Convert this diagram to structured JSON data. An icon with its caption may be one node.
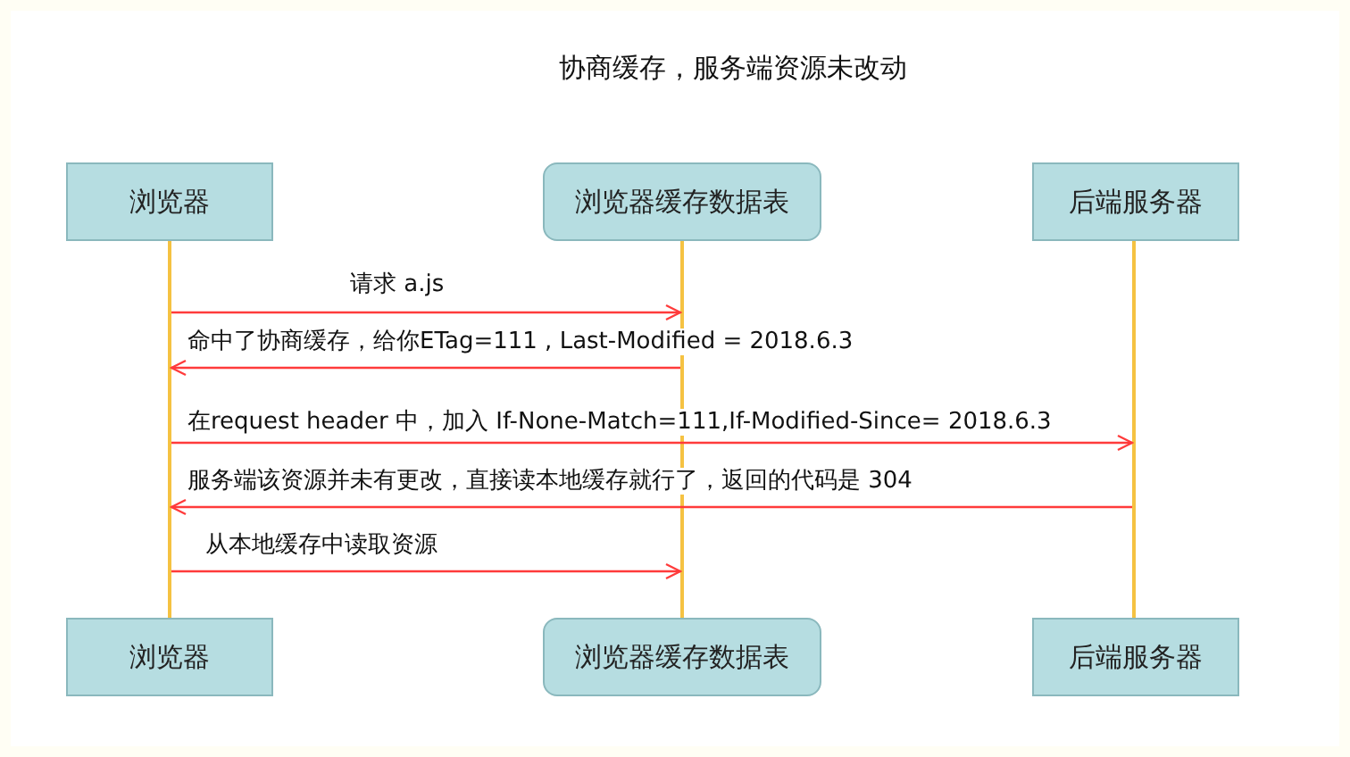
{
  "diagram": {
    "title": "协商缓存，服务端资源未改动",
    "nodes": [
      {
        "text": [
          "浏览器"
        ]
      },
      {
        "text": [
          "浏览器缓存数据表"
        ]
      },
      {
        "text": [
          "后端服务器"
        ]
      },
      {
        "text": [],
        "shape": "bar"
      },
      {
        "text": [],
        "shape": "bar"
      },
      {
        "text": [],
        "shape": "bar"
      },
      {
        "text": [
          "浏览器"
        ]
      },
      {
        "text": [
          "浏览器缓存数据表"
        ]
      },
      {
        "text": [
          "后端服务器"
        ]
      }
    ],
    "edges": [
      {
        "from": 3,
        "to": 4,
        "arrow": "to",
        "label": "请求 a.js"
      },
      {
        "from": 4,
        "to": 3,
        "arrow": "to",
        "label": "命中了协商缓存，给你ETag=111 , Last-Modified = 2018.6.3"
      },
      {
        "from": 3,
        "to": 5,
        "arrow": "to",
        "label": "在request header 中，加入 If-None-Match=111,If-Modified-Since= 2018.6.3"
      },
      {
        "from": 5,
        "to": 3,
        "arrow": "to",
        "label": "服务端该资源并未有更改，直接读本地缓存就行了，返回的代码是 304"
      },
      {
        "from": 3,
        "to": 4,
        "arrow": "to",
        "label": "从本地缓存中读取资源"
      }
    ]
  }
}
